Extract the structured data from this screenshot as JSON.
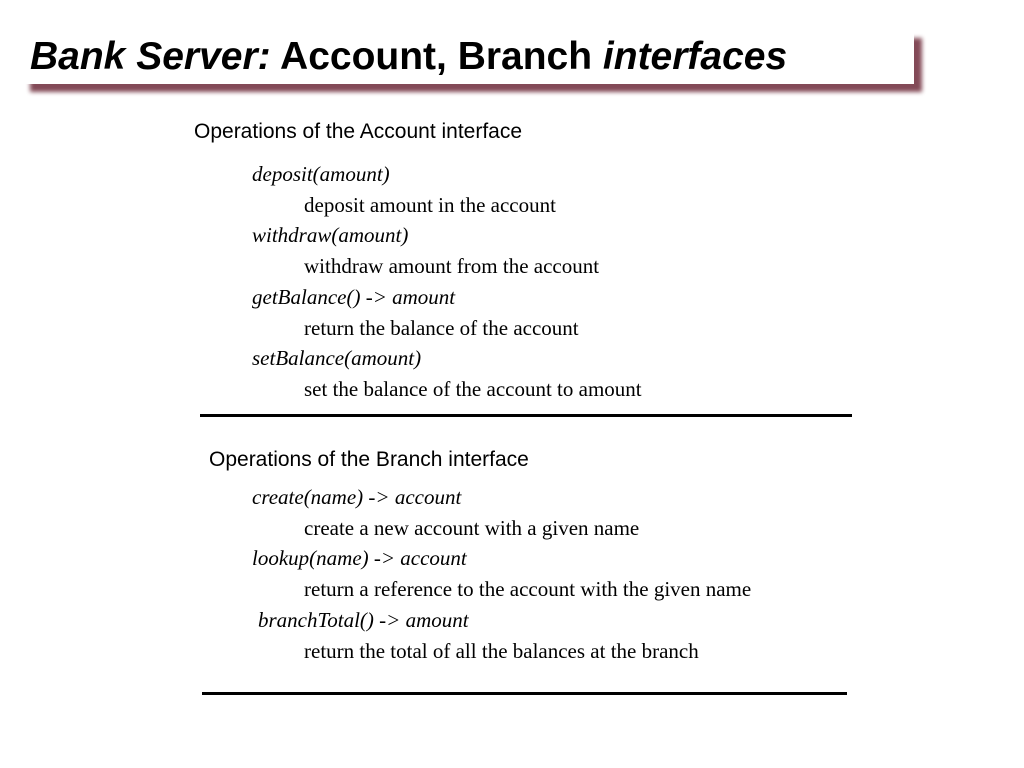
{
  "slide": {
    "title": {
      "part1_italic": "Bank Server:",
      "part2": " Account, Branch ",
      "part3_italic": "interfaces"
    },
    "account_section": {
      "heading": "Operations of the Account interface",
      "operations": [
        {
          "signature": "deposit(amount)",
          "description": "deposit amount in the account"
        },
        {
          "signature": "withdraw(amount)",
          "description": "withdraw amount from the account"
        },
        {
          "signature": "getBalance() -> amount",
          "description": "return the balance of the account"
        },
        {
          "signature": "setBalance(amount)",
          "description": "set the balance of the account to amount"
        }
      ]
    },
    "branch_section": {
      "heading": "Operations of the Branch interface",
      "operations": [
        {
          "signature": "create(name) -> account",
          "description": "create a new account with a given name"
        },
        {
          "signature": "lookup(name) -> account",
          "description": "return a reference to the account with the given name"
        },
        {
          "signature": "branchTotal() -> amount",
          "description": "return the total of all the balances at the branch"
        }
      ]
    }
  }
}
